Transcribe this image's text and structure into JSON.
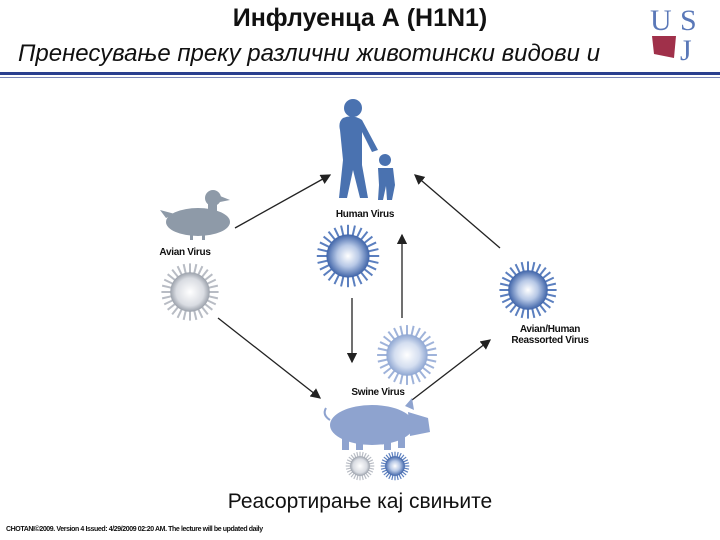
{
  "header": {
    "title": "Инфлуенца А (H1N1)",
    "subtitle": "Пренесување преку различни животински видови и",
    "logo_text": "USJ"
  },
  "diagram": {
    "labels": {
      "avian": "Avian Virus",
      "human": "Human Virus",
      "swine": "Swine Virus",
      "reassorted_line1": "Avian/Human",
      "reassorted_line2": "Reassorted Virus"
    },
    "colors": {
      "grey_virus": "#b8bcc4",
      "blue_virus": "#5b7fbf",
      "animal": "#8e9aa8",
      "human": "#4a72b0",
      "pig": "#8ea3cf"
    }
  },
  "caption": "Реасортирање кај свињите",
  "footer": "CHOTANI©2009. Version 4 Issued: 4/29/2009 02:20 AM. The lecture will be updated daily"
}
